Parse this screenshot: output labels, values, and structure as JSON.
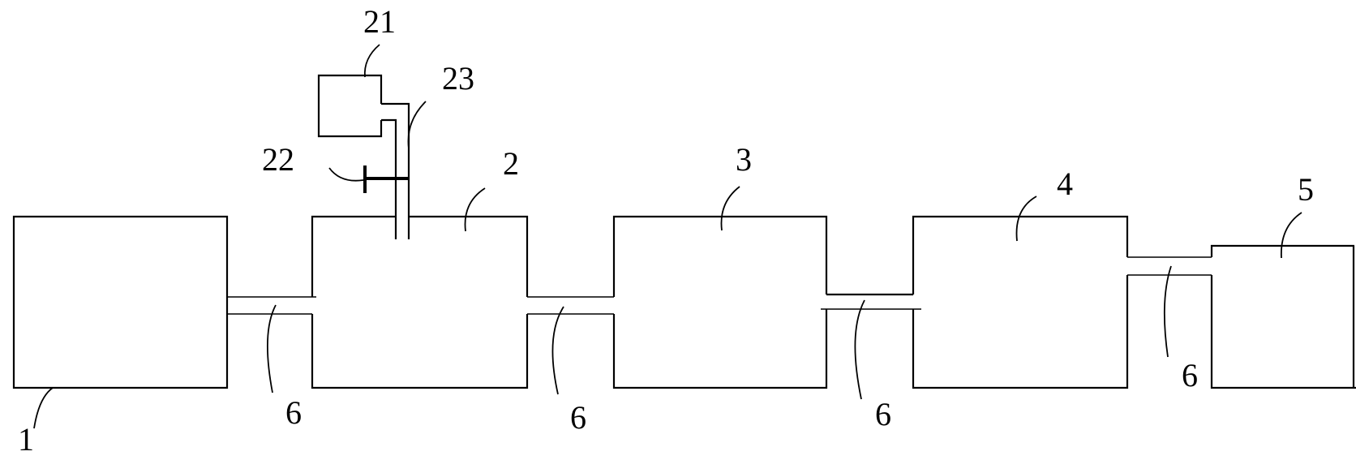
{
  "labels": {
    "unit_1": "1",
    "unit_2": "2",
    "unit_3": "3",
    "unit_4": "4",
    "unit_5": "5",
    "tank_21": "21",
    "valve_22": "22",
    "pipe_23": "23",
    "conn_a": "6",
    "conn_b": "6",
    "conn_c": "6",
    "conn_d": "6"
  }
}
